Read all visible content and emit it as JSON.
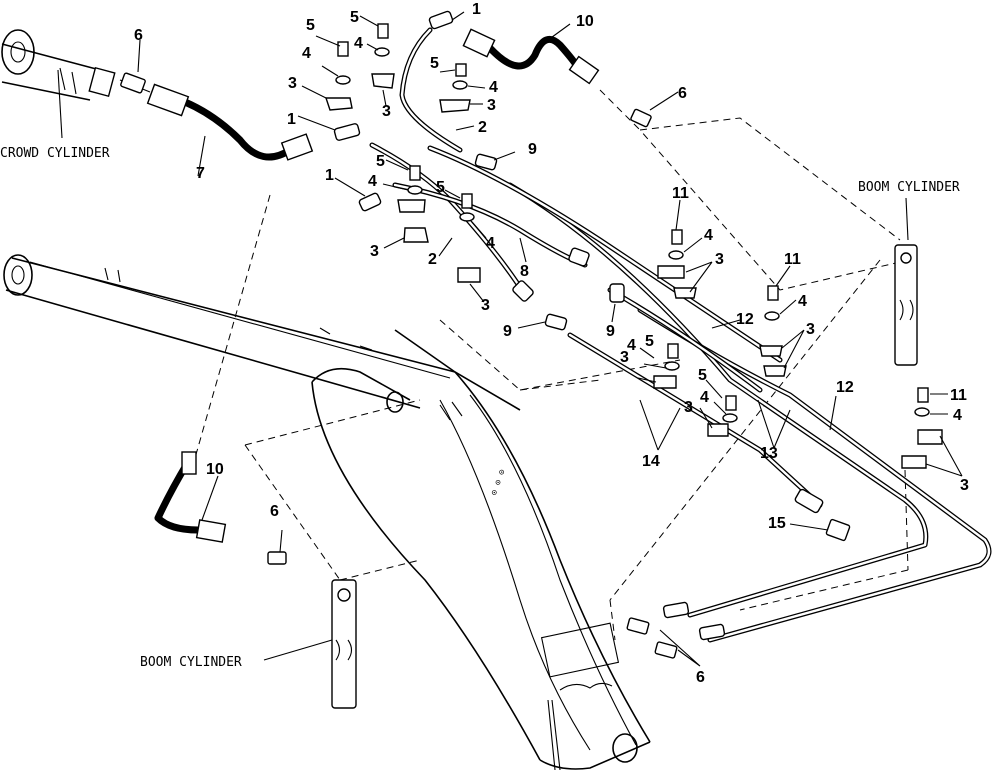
{
  "figure": {
    "labels": {
      "crowd_cylinder": "CROWD CYLINDER",
      "boom_cylinder_right": "BOOM CYLINDER",
      "boom_cylinder_left": "BOOM CYLINDER"
    },
    "callouts": {
      "c1a": "1",
      "c1b": "1",
      "c1c": "1",
      "c2a": "2",
      "c2b": "2",
      "c3a": "3",
      "c3b": "3",
      "c3c": "3",
      "c3d": "3",
      "c3e": "3",
      "c3f": "3",
      "c3g": "3",
      "c3h": "3",
      "c3i": "3",
      "c3j": "3",
      "c4a": "4",
      "c4b": "4",
      "c4c": "4",
      "c4d": "4",
      "c4e": "4",
      "c4f": "4",
      "c4g": "4",
      "c4h": "4",
      "c4i": "4",
      "c5a": "5",
      "c5b": "5",
      "c5c": "5",
      "c5d": "5",
      "c5e": "5",
      "c5f": "5",
      "c5g": "5",
      "c6a": "6",
      "c6b": "6",
      "c6c": "6",
      "c6d": "6",
      "c7": "7",
      "c8": "8",
      "c9a": "9",
      "c9b": "9",
      "c9c": "9",
      "c10a": "10",
      "c10b": "10",
      "c11a": "11",
      "c11b": "11",
      "c11c": "11",
      "c12a": "12",
      "c12b": "12",
      "c13": "13",
      "c14": "14",
      "c15": "15"
    }
  }
}
